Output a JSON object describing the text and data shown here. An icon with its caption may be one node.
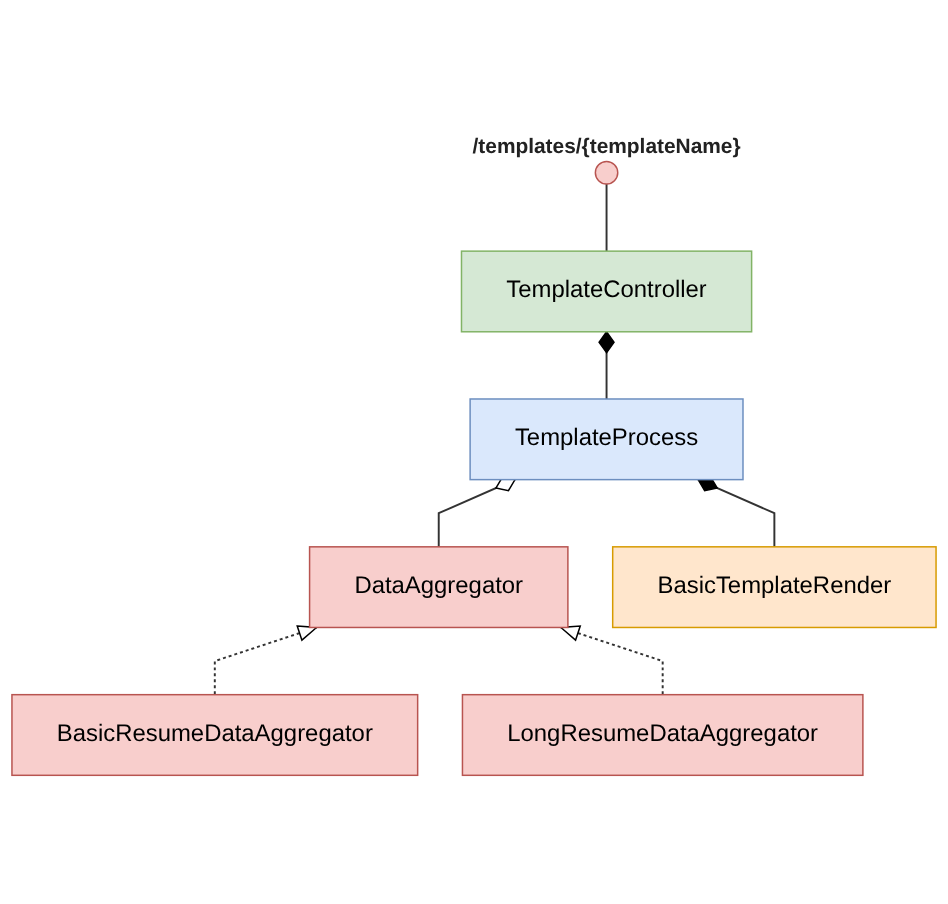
{
  "diagram": {
    "nodes": [
      {
        "text": [],
        "shape": "circle",
        "beside": [
          "/templates/{templateName}"
        ]
      },
      {
        "text": [
          "TemplateController"
        ]
      },
      {
        "text": [
          "TemplateProcess"
        ]
      },
      {
        "text": [
          "DataAggregator"
        ]
      },
      {
        "text": [
          "BasicTemplateRender"
        ]
      },
      {
        "text": [
          "BasicResumeDataAggregator"
        ]
      },
      {
        "text": [
          "LongResumeDataAggregator"
        ]
      }
    ],
    "edges": [
      {
        "from": 0,
        "to": 1,
        "arrow": "none"
      },
      {
        "from": 1,
        "to": 2,
        "arrow": "other"
      },
      {
        "from": 2,
        "to": 4,
        "arrow": "other"
      },
      {
        "from": 2,
        "to": 3,
        "arrow": "other"
      },
      {
        "from": 5,
        "to": 3,
        "arrow": "to",
        "style": "dashed"
      },
      {
        "from": 6,
        "to": 3,
        "arrow": "to",
        "style": "dashed"
      }
    ]
  }
}
